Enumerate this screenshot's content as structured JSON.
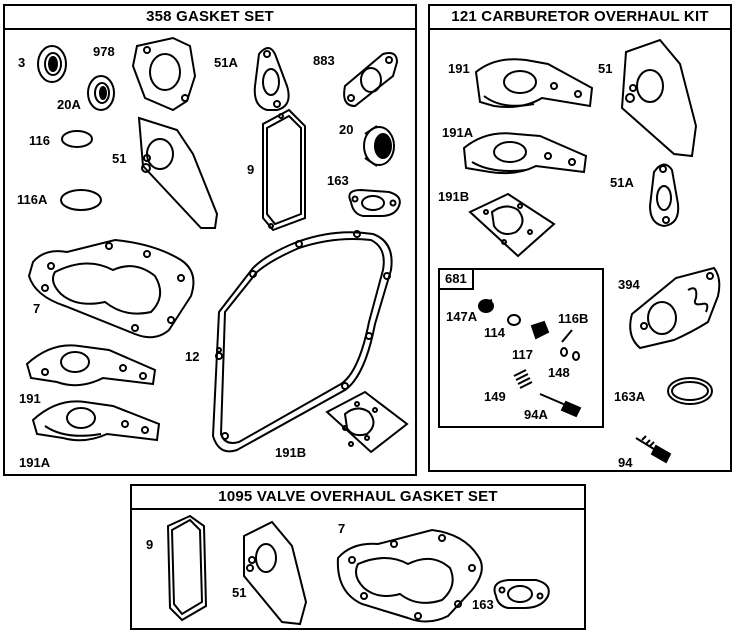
{
  "panels": {
    "gasket_set": {
      "title": "358 GASKET SET",
      "labels": {
        "p3": "3",
        "p978": "978",
        "p20a": "20A",
        "p51a": "51A",
        "p883": "883",
        "p116": "116",
        "p51": "51",
        "p9": "9",
        "p20": "20",
        "p163": "163",
        "p116a": "116A",
        "p7": "7",
        "p12": "12",
        "p191": "191",
        "p191a": "191A",
        "p191b": "191B"
      }
    },
    "carb_kit": {
      "title": "121 CARBURETOR OVERHAUL KIT",
      "labels": {
        "p191": "191",
        "p51": "51",
        "p191a": "191A",
        "p51a": "51A",
        "p191b": "191B",
        "p394": "394",
        "p163a": "163A",
        "p94": "94"
      },
      "subkit": {
        "tag": "681",
        "labels": {
          "p147a": "147A",
          "p114": "114",
          "p116b": "116B",
          "p117": "117",
          "p148": "148",
          "p149": "149",
          "p94a": "94A"
        }
      }
    },
    "valve_kit": {
      "title": "1095 VALVE OVERHAUL GASKET SET",
      "labels": {
        "p9": "9",
        "p51": "51",
        "p7": "7",
        "p163": "163"
      }
    }
  }
}
